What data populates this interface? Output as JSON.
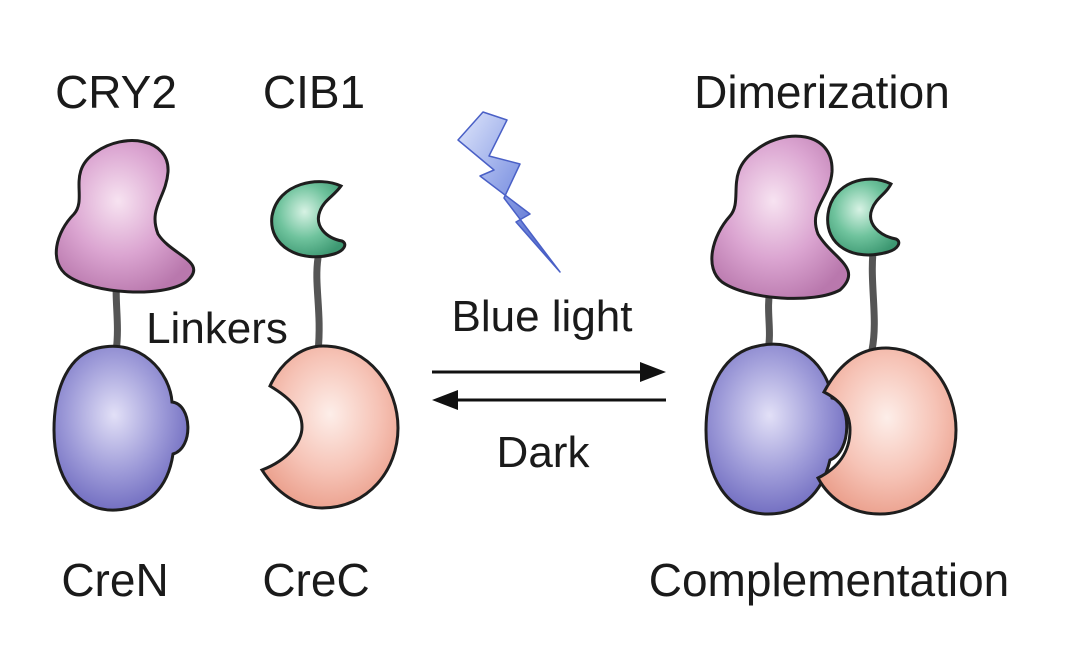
{
  "labels": {
    "cry2": "CRY2",
    "cib1": "CIB1",
    "dimerization": "Dimerization",
    "linkers": "Linkers",
    "blue_light": "Blue light",
    "dark": "Dark",
    "cren": "CreN",
    "crec": "CreC",
    "complementation": "Complementation"
  },
  "colors": {
    "cry2": "#c98bbf",
    "cib1": "#4fae86",
    "cren": "#7d79c8",
    "crec": "#f1ab9b",
    "lightning": "#6f84d8",
    "background": "#ffffff"
  },
  "icons": {
    "lightning": "lightning-bolt-icon",
    "forward_arrow": "arrow-right-icon",
    "reverse_arrow": "arrow-left-icon"
  }
}
